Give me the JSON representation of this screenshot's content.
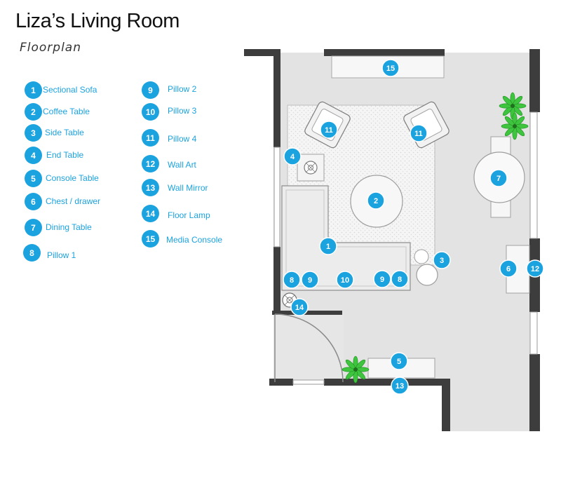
{
  "header": {
    "title": "Liza’s Living Room",
    "subtitle": "Floorplan"
  },
  "legend": [
    {
      "num": "1",
      "label": "Sectional Sofa"
    },
    {
      "num": "2",
      "label": "Coffee Table"
    },
    {
      "num": "3",
      "label": "Side Table"
    },
    {
      "num": "4",
      "label": "End Table"
    },
    {
      "num": "5",
      "label": "Console Table"
    },
    {
      "num": "6",
      "label": "Chest / drawer"
    },
    {
      "num": "7",
      "label": "Dining Table"
    },
    {
      "num": "8",
      "label": "Pillow 1"
    },
    {
      "num": "9",
      "label": "Pillow 2"
    },
    {
      "num": "10",
      "label": "Pillow 3"
    },
    {
      "num": "11",
      "label": "Pillow 4"
    },
    {
      "num": "12",
      "label": "Wall Art"
    },
    {
      "num": "13",
      "label": "Wall Mirror"
    },
    {
      "num": "14",
      "label": "Floor Lamp"
    },
    {
      "num": "15",
      "label": "Media Console"
    }
  ],
  "plan": {
    "markers": [
      "15",
      "11",
      "11",
      "4",
      "7",
      "2",
      "1",
      "3",
      "6",
      "12",
      "8",
      "9",
      "10",
      "9",
      "8",
      "14",
      "5",
      "13"
    ]
  },
  "colors": {
    "accent": "#1ba3df",
    "floor": "#e3e3e3",
    "wall": "#3d3d3d",
    "plant": "#3ec43e"
  }
}
